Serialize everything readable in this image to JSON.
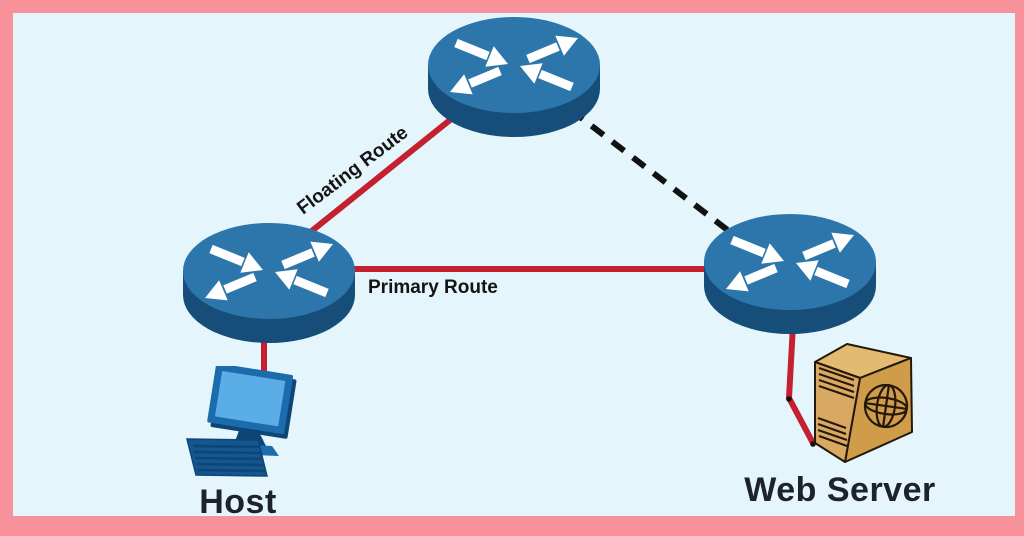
{
  "colors": {
    "frame_border": "#f8929a",
    "canvas_background": "#e4f6fb",
    "router_top": "#2d76ab",
    "router_side": "#164e79",
    "edge_red": "#c52030",
    "edge_dashed": "#111111",
    "route_label_text": "#141414",
    "node_label_text": "#1d222b",
    "monitor_frame": "#1b6bad",
    "monitor_dark": "#0d4576",
    "monitor_screen": "#5aade6",
    "keyboard_fill": "#15568f",
    "server_front": "#d9a963",
    "server_side": "#cf9c4a",
    "server_top": "#e2ba72",
    "server_outline": "#23180a"
  },
  "nodes": [
    {
      "id": "router-top",
      "kind": "router",
      "label": ""
    },
    {
      "id": "router-left",
      "kind": "router",
      "label": ""
    },
    {
      "id": "router-right",
      "kind": "router",
      "label": ""
    },
    {
      "id": "host",
      "kind": "desktop-computer",
      "label": "Host"
    },
    {
      "id": "web-server",
      "kind": "server-tower",
      "label": "Web Server"
    }
  ],
  "edges": [
    {
      "from": "router-left",
      "to": "router-top",
      "label": "Floating Route",
      "style": "solid"
    },
    {
      "from": "router-left",
      "to": "router-right",
      "label": "Primary Route",
      "style": "solid"
    },
    {
      "from": "router-top",
      "to": "router-right",
      "label": "",
      "style": "dashed"
    },
    {
      "from": "router-left",
      "to": "host",
      "label": "",
      "style": "solid"
    },
    {
      "from": "router-right",
      "to": "web-server",
      "label": "",
      "style": "solid"
    }
  ]
}
